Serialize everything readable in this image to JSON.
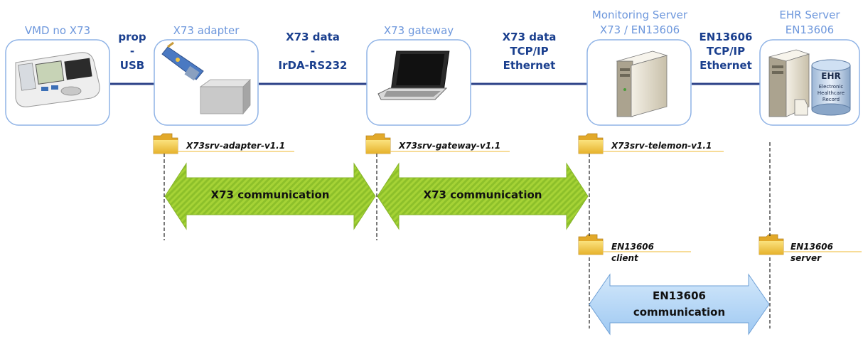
{
  "nodes": {
    "vmd": {
      "title": "VMD no X73"
    },
    "adapter": {
      "title": "X73 adapter"
    },
    "gateway": {
      "title": "X73 gateway"
    },
    "monitoring": {
      "title_line1": "Monitoring Server",
      "title_line2": "X73 / EN13606"
    },
    "ehr": {
      "title_line1": "EHR Server",
      "title_line2": "EN13606",
      "db_label": "EHR",
      "db_text1": "Electronic",
      "db_text2": "Healthcare",
      "db_text3": "Record"
    }
  },
  "links": {
    "usb": {
      "line1": "prop",
      "line2": "-",
      "line3": "USB"
    },
    "irda": {
      "line1": "X73 data",
      "line2": "-",
      "line3": "IrDA-RS232"
    },
    "tcp1": {
      "line1": "X73 data",
      "line2": "TCP/IP",
      "line3": "Ethernet"
    },
    "tcp2": {
      "line1": "EN13606",
      "line2": "TCP/IP",
      "line3": "Ethernet"
    }
  },
  "folders": {
    "adapter": "X73srv-adapter-v1.1",
    "gateway": "X73srv-gateway-v1.1",
    "telemon": "X73srv-telemon-v1.1",
    "en_client_1": "EN13606",
    "en_client_2": "client",
    "en_server_1": "EN13606",
    "en_server_2": "server"
  },
  "communications": {
    "x73_left": "X73 communication",
    "x73_right": "X73 communication",
    "en_line1": "EN13606",
    "en_line2": "communication"
  },
  "colors": {
    "title_blue": "#6d97dc",
    "link_navy": "#1a3f8e",
    "arrow_green": "#9ccc2c",
    "arrow_blue": "#aacff5",
    "folder_yellow": "#f0c238"
  }
}
